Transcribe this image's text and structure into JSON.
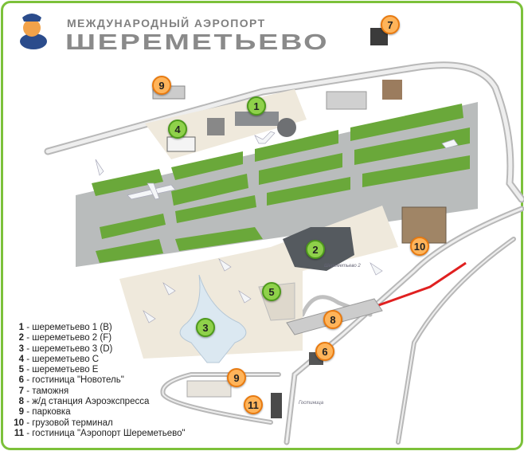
{
  "header": {
    "subtitle": "МЕЖДУНАРОДНЫЙ АЭРОПОРТ",
    "title": "ШЕРЕМЕТЬЕВО"
  },
  "map_labels": {
    "terminal2_label": "Шереметьево 2",
    "hotel_label": "Гостиница"
  },
  "markers": [
    {
      "num": "1",
      "kind": "terminal"
    },
    {
      "num": "2",
      "kind": "terminal"
    },
    {
      "num": "3",
      "kind": "terminal"
    },
    {
      "num": "4",
      "kind": "terminal"
    },
    {
      "num": "5",
      "kind": "terminal"
    },
    {
      "num": "6",
      "kind": "service"
    },
    {
      "num": "7",
      "kind": "service"
    },
    {
      "num": "8",
      "kind": "service"
    },
    {
      "num": "9",
      "kind": "service"
    },
    {
      "num": "10",
      "kind": "service"
    },
    {
      "num": "11",
      "kind": "service"
    }
  ],
  "legend": [
    {
      "num": "1",
      "text": "- шереметьево 1 (B)"
    },
    {
      "num": "2",
      "text": "- шереметьево 2 (F)"
    },
    {
      "num": "3",
      "text": "- шереметьево 3 (D)"
    },
    {
      "num": "4",
      "text": "- шереметьево С"
    },
    {
      "num": "5",
      "text": "- шереметьево Е"
    },
    {
      "num": "6",
      "text": "- гостиница \"Новотель\""
    },
    {
      "num": "7",
      "text": "- таможня"
    },
    {
      "num": "8",
      "text": "- ж/д станция Аэроэкспресса"
    },
    {
      "num": "9",
      "text": "- парковка"
    },
    {
      "num": "10",
      "text": "- грузовой терминал"
    },
    {
      "num": "11",
      "text": "- гостиница \"Аэропорт Шереметьево\""
    }
  ],
  "colors": {
    "frame": "#7cc13a",
    "terminal_marker": "#8fd14a",
    "service_marker": "#ffb45a",
    "grass": "#6aa83a",
    "runway": "#b9bcbc",
    "apron": "#efe9dc",
    "rail": "#e02020"
  }
}
